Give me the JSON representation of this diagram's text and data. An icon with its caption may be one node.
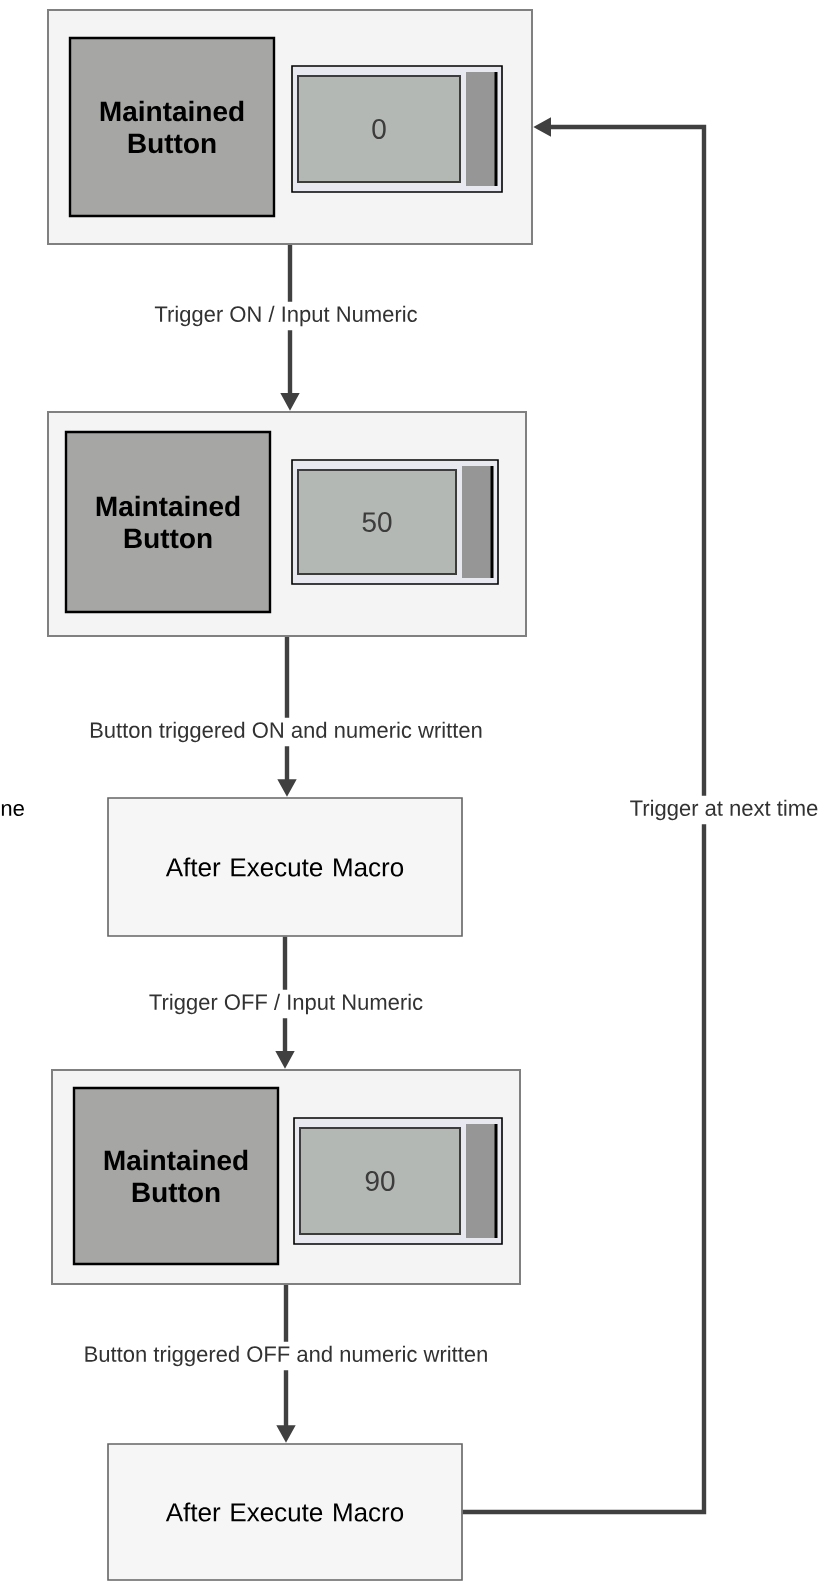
{
  "diagram": {
    "nodes": [
      {
        "text": [],
        "shape": "box"
      },
      {
        "text": [
          "Maintained Button"
        ],
        "in": 0
      },
      {
        "text": [
          "0"
        ],
        "in": 0
      },
      {
        "text": [],
        "shape": "box"
      },
      {
        "text": [
          "Maintained Button"
        ],
        "in": 3
      },
      {
        "text": [
          "50"
        ],
        "in": 3
      },
      {
        "text": [
          "After Execute Macro"
        ]
      },
      {
        "text": [],
        "shape": "box"
      },
      {
        "text": [
          "Maintained Button"
        ],
        "in": 7
      },
      {
        "text": [
          "90"
        ],
        "in": 7
      },
      {
        "text": [
          "After Execute Macro"
        ]
      }
    ],
    "edges": [
      {
        "from": 0,
        "to": 3,
        "arrow": "to",
        "label": "Trigger ON / Input Numeric"
      },
      {
        "from": 3,
        "to": 6,
        "arrow": "to",
        "label": "Button triggered ON and numeric written"
      },
      {
        "from": 6,
        "to": 7,
        "arrow": "to",
        "label": "Trigger OFF / Input Numeric"
      },
      {
        "from": 7,
        "to": 10,
        "arrow": "to",
        "label": "Button triggered OFF and numeric written"
      },
      {
        "from": 10,
        "to": 0,
        "arrow": "to",
        "label": "Trigger at next time"
      }
    ],
    "labels": [
      "ne"
    ]
  }
}
